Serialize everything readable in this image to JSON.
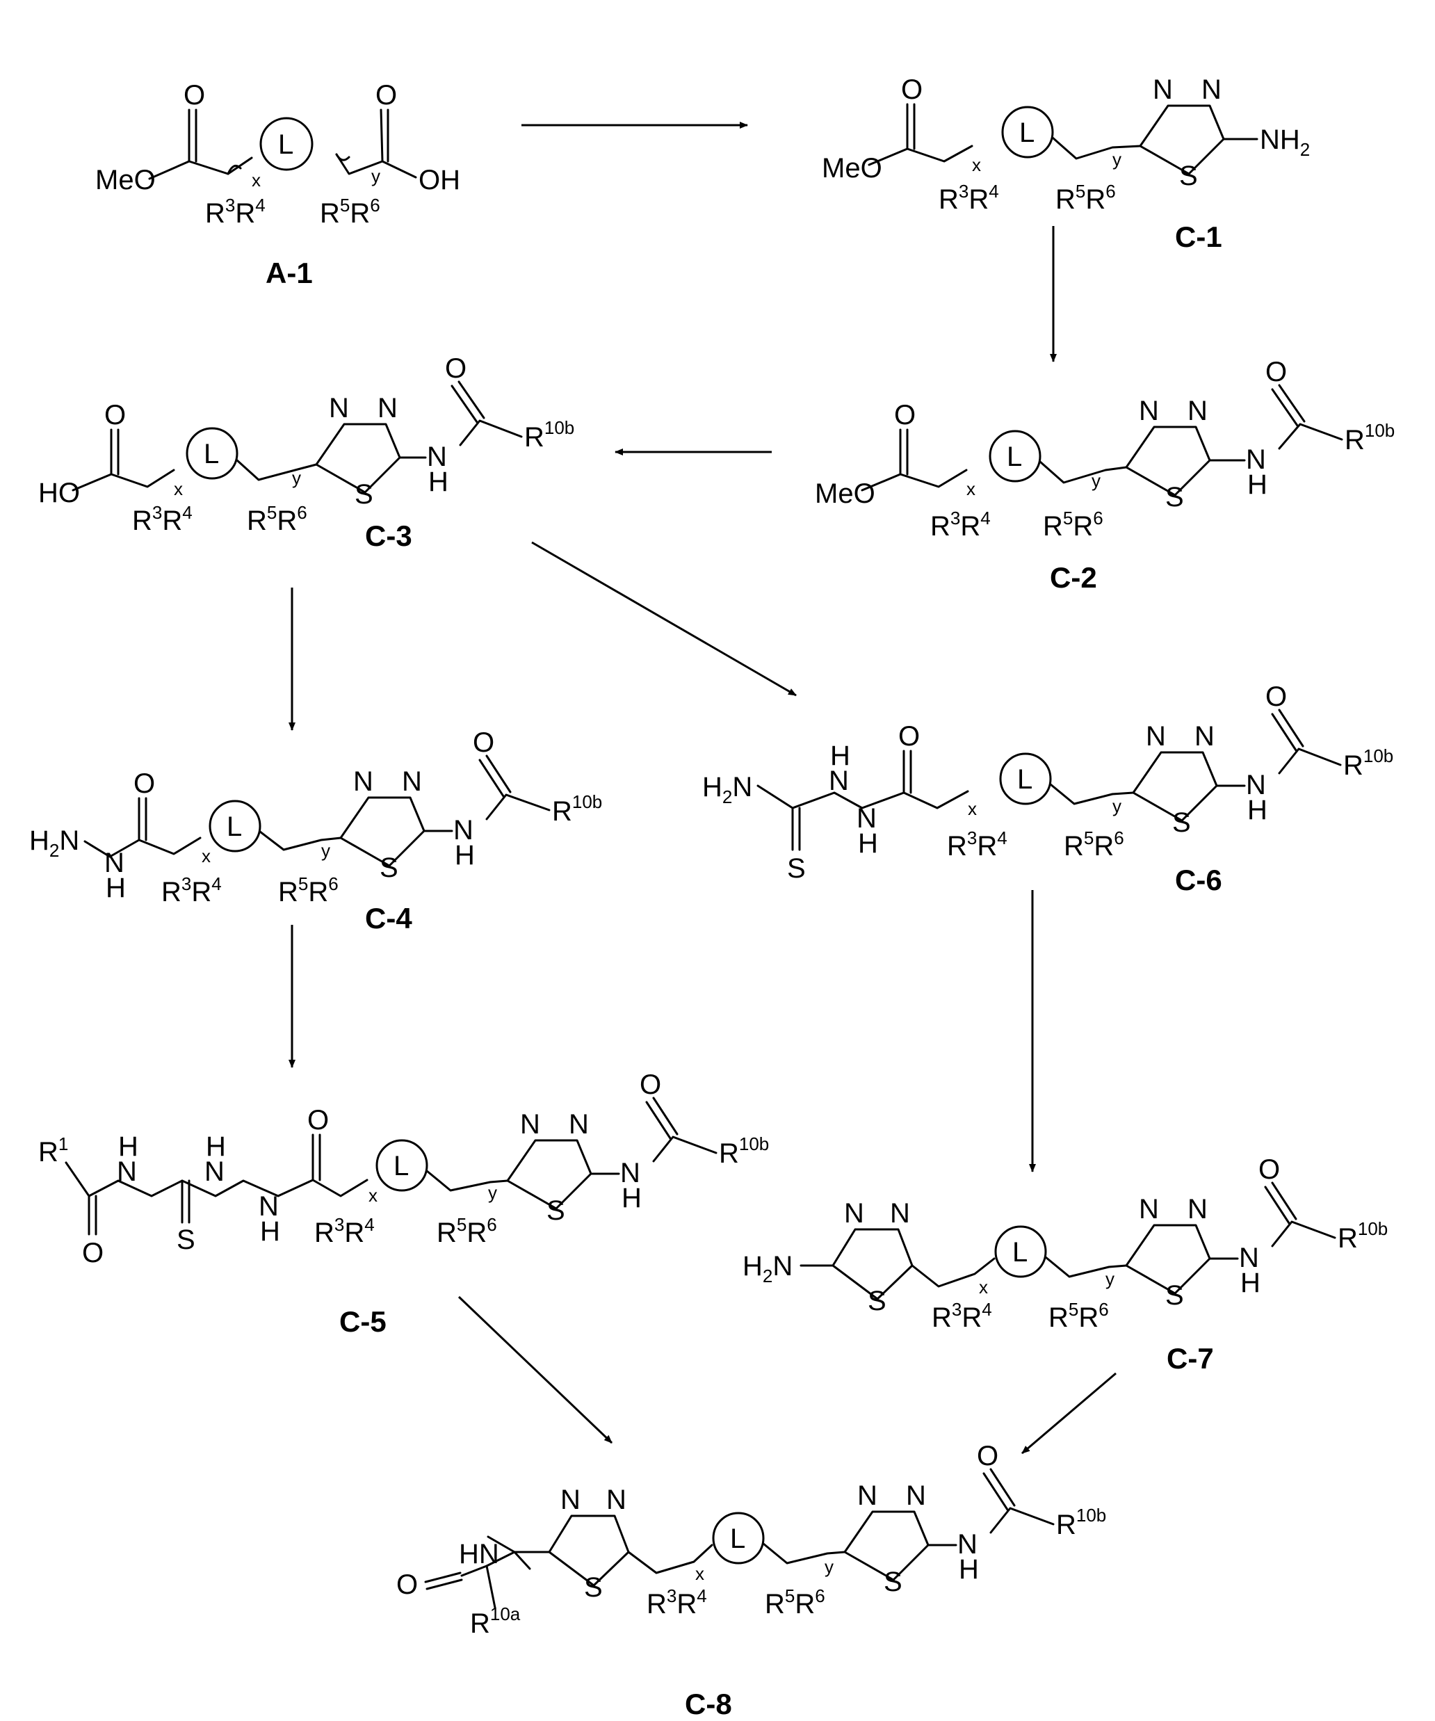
{
  "scheme": {
    "compounds": [
      {
        "id": "A-1",
        "label": "A-1"
      },
      {
        "id": "C-1",
        "label": "C-1"
      },
      {
        "id": "C-2",
        "label": "C-2"
      },
      {
        "id": "C-3",
        "label": "C-3"
      },
      {
        "id": "C-4",
        "label": "C-4"
      },
      {
        "id": "C-5",
        "label": "C-5"
      },
      {
        "id": "C-6",
        "label": "C-6"
      },
      {
        "id": "C-7",
        "label": "C-7"
      },
      {
        "id": "C-8",
        "label": "C-8"
      }
    ],
    "arrows": [
      {
        "from": "A-1",
        "to": "C-1"
      },
      {
        "from": "C-1",
        "to": "C-2"
      },
      {
        "from": "C-2",
        "to": "C-3"
      },
      {
        "from": "C-3",
        "to": "C-4"
      },
      {
        "from": "C-3",
        "to": "C-6"
      },
      {
        "from": "C-4",
        "to": "C-5"
      },
      {
        "from": "C-6",
        "to": "C-7"
      },
      {
        "from": "C-5",
        "to": "C-8"
      },
      {
        "from": "C-7",
        "to": "C-8"
      }
    ],
    "atoms": {
      "ring_L": "L",
      "meo": "MeO",
      "oh": "OH",
      "ho": "HO",
      "o": "O",
      "n": "N",
      "s": "S",
      "h": "H",
      "nh": "NH",
      "hn": "HN",
      "nh2": "NH",
      "h2n": "H",
      "r": "R",
      "x": "x",
      "y": "y",
      "s2": "2",
      "s3": "3",
      "s4": "4",
      "s5": "5",
      "s6": "6",
      "s1": "1",
      "s10a": "10a",
      "s10b": "10b"
    }
  }
}
